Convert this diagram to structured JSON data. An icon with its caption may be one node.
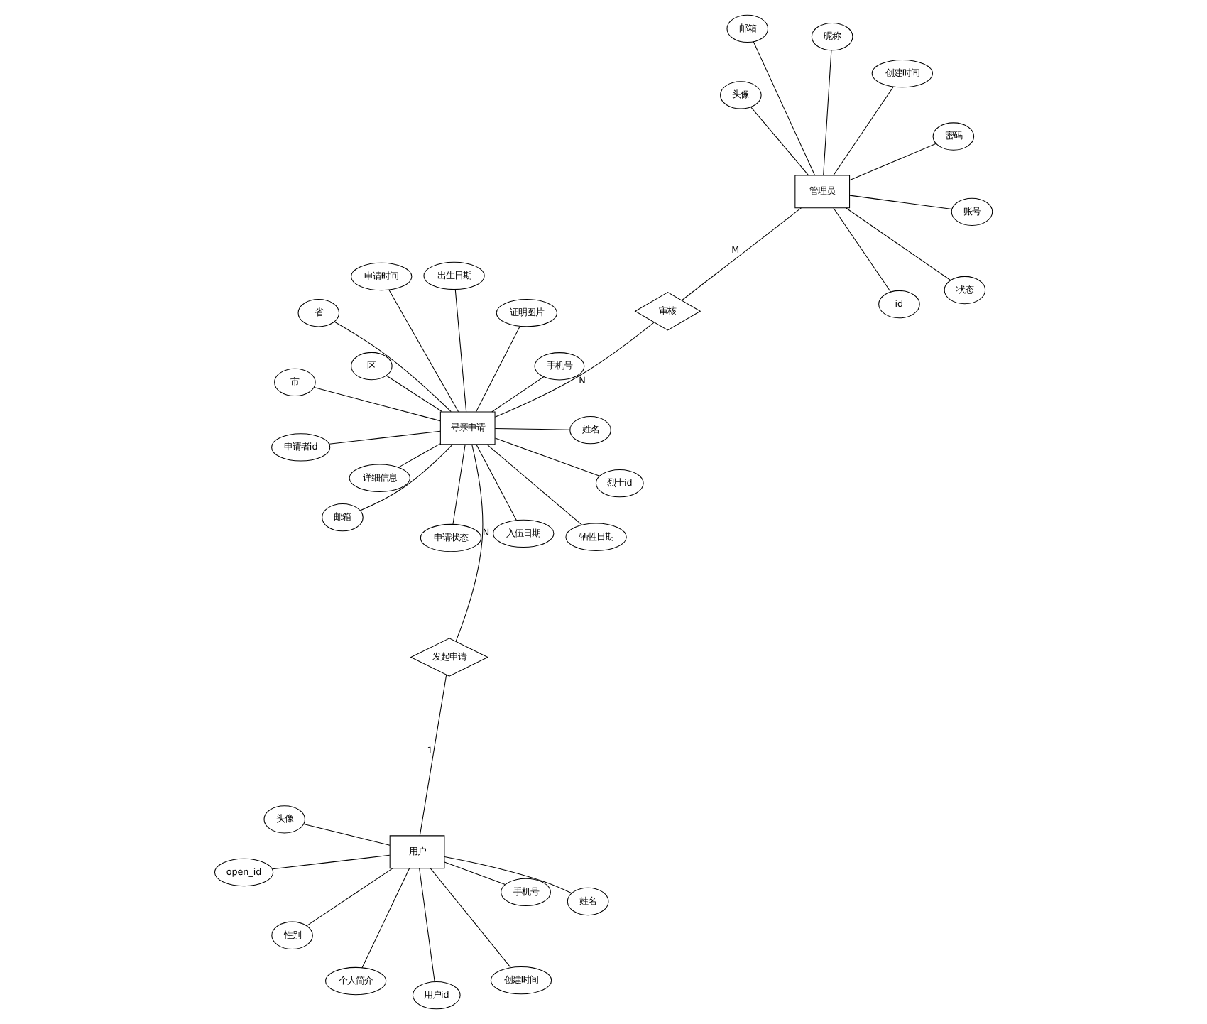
{
  "diagram": {
    "nodes": [
      {
        "text": [
          "用户"
        ]
      },
      {
        "text": [
          "姓名"
        ]
      },
      {
        "text": [
          "用户id"
        ]
      },
      {
        "text": [
          "头像"
        ]
      },
      {
        "text": [
          "手机号"
        ]
      },
      {
        "text": [
          "open_id"
        ]
      },
      {
        "text": [
          "性别"
        ]
      },
      {
        "text": [
          "创建时间"
        ]
      },
      {
        "text": [
          "个人简介"
        ]
      },
      {
        "text": [
          "发起申请"
        ]
      },
      {
        "text": [
          "寻亲申请"
        ]
      },
      {
        "text": [
          "申请者id"
        ]
      },
      {
        "text": [
          "烈士id"
        ]
      },
      {
        "text": [
          "姓名"
        ]
      },
      {
        "text": [
          "出生日期"
        ]
      },
      {
        "text": [
          "入伍日期"
        ]
      },
      {
        "text": [
          "牺牲日期"
        ]
      },
      {
        "text": [
          "省"
        ]
      },
      {
        "text": [
          "市"
        ]
      },
      {
        "text": [
          "区"
        ]
      },
      {
        "text": [
          "详细信息"
        ]
      },
      {
        "text": [
          "邮箱"
        ]
      },
      {
        "text": [
          "手机号"
        ]
      },
      {
        "text": [
          "证明图片"
        ]
      },
      {
        "text": [
          "申请时间"
        ]
      },
      {
        "text": [
          "申请状态"
        ]
      },
      {
        "text": [
          "审核"
        ]
      },
      {
        "text": [
          "管理员"
        ]
      },
      {
        "text": [
          "id"
        ]
      },
      {
        "text": [
          "账号"
        ]
      },
      {
        "text": [
          "昵称"
        ]
      },
      {
        "text": [
          "密码"
        ]
      },
      {
        "text": [
          "头像"
        ]
      },
      {
        "text": [
          "邮箱"
        ]
      },
      {
        "text": [
          "创建时间"
        ]
      },
      {
        "text": [
          "状态"
        ]
      }
    ],
    "edges": [
      {
        "from": 1,
        "to": 0,
        "arrow": "none"
      },
      {
        "from": 2,
        "to": 0,
        "arrow": "none"
      },
      {
        "from": 3,
        "to": 0,
        "arrow": "none"
      },
      {
        "from": 4,
        "to": 0,
        "arrow": "none"
      },
      {
        "from": 5,
        "to": 0,
        "arrow": "none"
      },
      {
        "from": 6,
        "to": 0,
        "arrow": "none"
      },
      {
        "from": 7,
        "to": 0,
        "arrow": "none"
      },
      {
        "from": 8,
        "to": 0,
        "arrow": "none"
      },
      {
        "from": 0,
        "to": 9,
        "arrow": "none",
        "label": "1"
      },
      {
        "from": 9,
        "to": 10,
        "arrow": "none",
        "label": "N"
      },
      {
        "from": 11,
        "to": 10,
        "arrow": "none"
      },
      {
        "from": 12,
        "to": 10,
        "arrow": "none"
      },
      {
        "from": 13,
        "to": 10,
        "arrow": "none"
      },
      {
        "from": 14,
        "to": 10,
        "arrow": "none"
      },
      {
        "from": 15,
        "to": 10,
        "arrow": "none"
      },
      {
        "from": 16,
        "to": 10,
        "arrow": "none"
      },
      {
        "from": 17,
        "to": 10,
        "arrow": "none"
      },
      {
        "from": 18,
        "to": 10,
        "arrow": "none"
      },
      {
        "from": 19,
        "to": 10,
        "arrow": "none"
      },
      {
        "from": 20,
        "to": 10,
        "arrow": "none"
      },
      {
        "from": 21,
        "to": 10,
        "arrow": "none"
      },
      {
        "from": 22,
        "to": 10,
        "arrow": "none"
      },
      {
        "from": 23,
        "to": 10,
        "arrow": "none"
      },
      {
        "from": 24,
        "to": 10,
        "arrow": "none"
      },
      {
        "from": 25,
        "to": 10,
        "arrow": "none"
      },
      {
        "from": 10,
        "to": 26,
        "arrow": "none",
        "label": "N"
      },
      {
        "from": 26,
        "to": 27,
        "arrow": "none",
        "label": "M"
      },
      {
        "from": 28,
        "to": 27,
        "arrow": "none"
      },
      {
        "from": 29,
        "to": 27,
        "arrow": "none"
      },
      {
        "from": 30,
        "to": 27,
        "arrow": "none"
      },
      {
        "from": 31,
        "to": 27,
        "arrow": "none"
      },
      {
        "from": 32,
        "to": 27,
        "arrow": "none"
      },
      {
        "from": 33,
        "to": 27,
        "arrow": "none"
      },
      {
        "from": 34,
        "to": 27,
        "arrow": "none"
      },
      {
        "from": 35,
        "to": 27,
        "arrow": "none"
      }
    ]
  }
}
